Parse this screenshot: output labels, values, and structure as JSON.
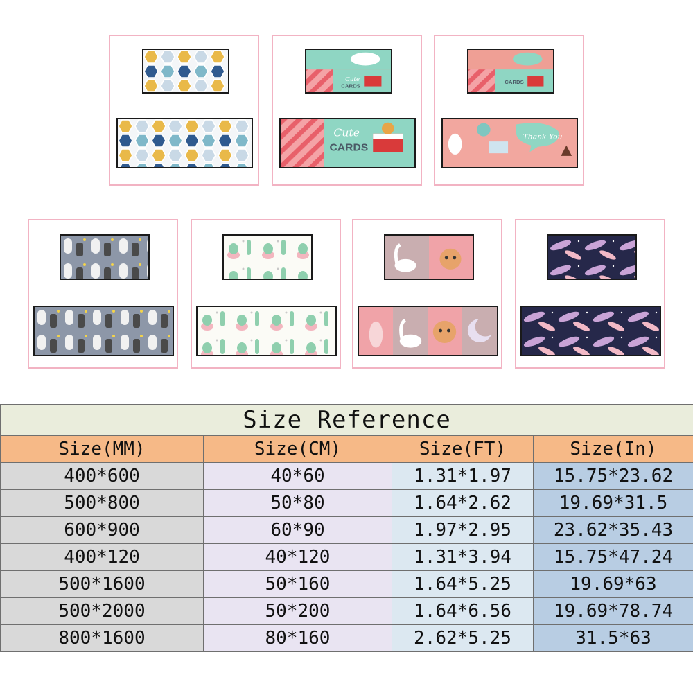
{
  "products": [
    {
      "pattern": "hexagon-anchor",
      "label": "hexagon pattern mat"
    },
    {
      "pattern": "cute-cards",
      "label": "cute cards mat",
      "text": [
        "Cute",
        "CARDS"
      ]
    },
    {
      "pattern": "thank-you",
      "label": "thank you mat",
      "text": [
        "Thank You"
      ]
    },
    {
      "pattern": "ghosts-gray",
      "label": "gray doodle mat"
    },
    {
      "pattern": "cactus",
      "label": "cactus mat"
    },
    {
      "pattern": "deer-swan",
      "label": "deer and swan mat"
    },
    {
      "pattern": "feathers",
      "label": "feather mat"
    }
  ],
  "size_table": {
    "title": "Size Reference",
    "headers": [
      "Size(MM)",
      "Size(CM)",
      "Size(FT)",
      "Size(In)"
    ],
    "rows": [
      [
        "400*600",
        "40*60",
        "1.31*1.97",
        "15.75*23.62"
      ],
      [
        "500*800",
        "50*80",
        "1.64*2.62",
        "19.69*31.5"
      ],
      [
        "600*900",
        "60*90",
        "1.97*2.95",
        "23.62*35.43"
      ],
      [
        "400*120",
        "40*120",
        "1.31*3.94",
        "15.75*47.24"
      ],
      [
        "500*1600",
        "50*160",
        "1.64*5.25",
        "19.69*63"
      ],
      [
        "500*2000",
        "50*200",
        "1.64*6.56",
        "19.69*78.74"
      ],
      [
        "800*1600",
        "80*160",
        "2.62*5.25",
        "31.5*63"
      ]
    ]
  },
  "colors": {
    "card_border": "#f2b3c3",
    "title_bg": "#eaeddc",
    "header_bg": "#f6b987",
    "col_mm": "#d9d9d9",
    "col_cm": "#e9e4f2",
    "col_ft": "#dce8f1",
    "col_in": "#b8cde3"
  }
}
